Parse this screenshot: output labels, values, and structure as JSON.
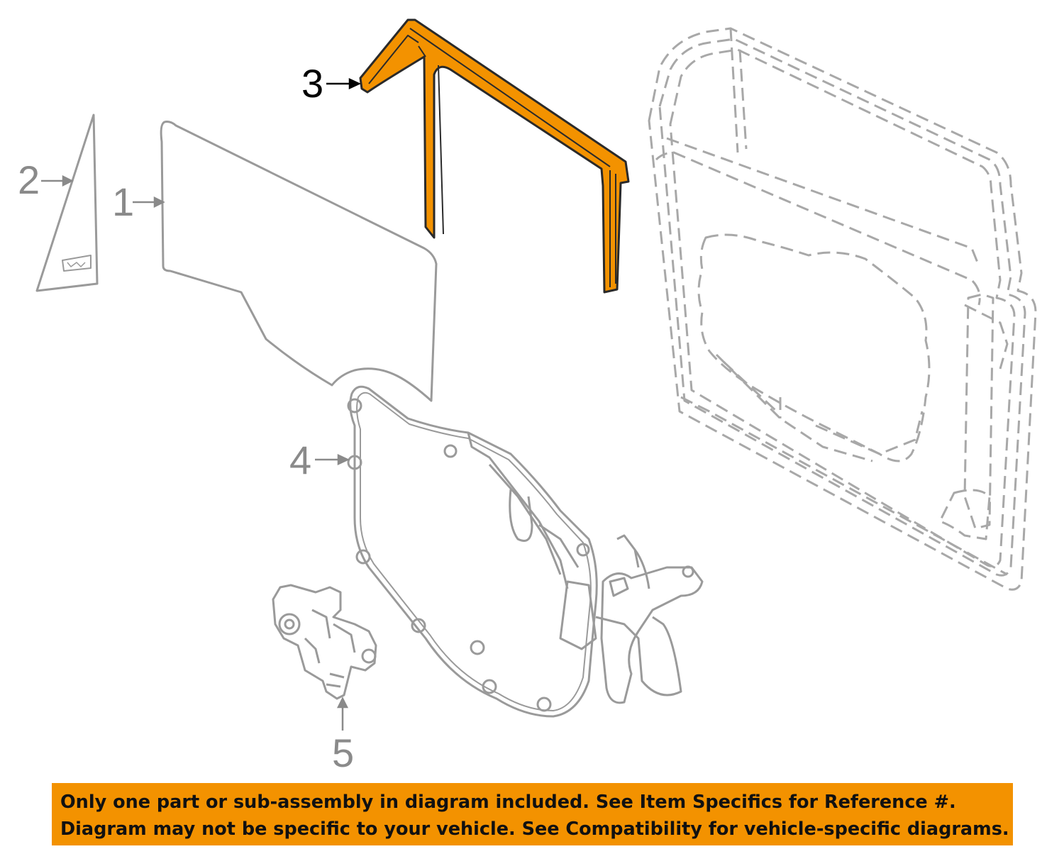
{
  "callouts": {
    "item1": "1",
    "item2": "2",
    "item3": "3",
    "item4": "4",
    "item5": "5"
  },
  "highlighted_part": "3",
  "colors": {
    "highlight": "#f39200",
    "line": "#9a9a9a",
    "dashed_line": "#a8a8a8",
    "text_dark": "#000000",
    "text_gray": "#8a8a8a",
    "banner": "#f39200"
  },
  "notice": {
    "line1": "Only one part or sub-assembly in diagram included. See Item Specifics for Reference #.",
    "line2": "Diagram may not be specific to your vehicle. See Compatibility for vehicle-specific diagrams."
  }
}
